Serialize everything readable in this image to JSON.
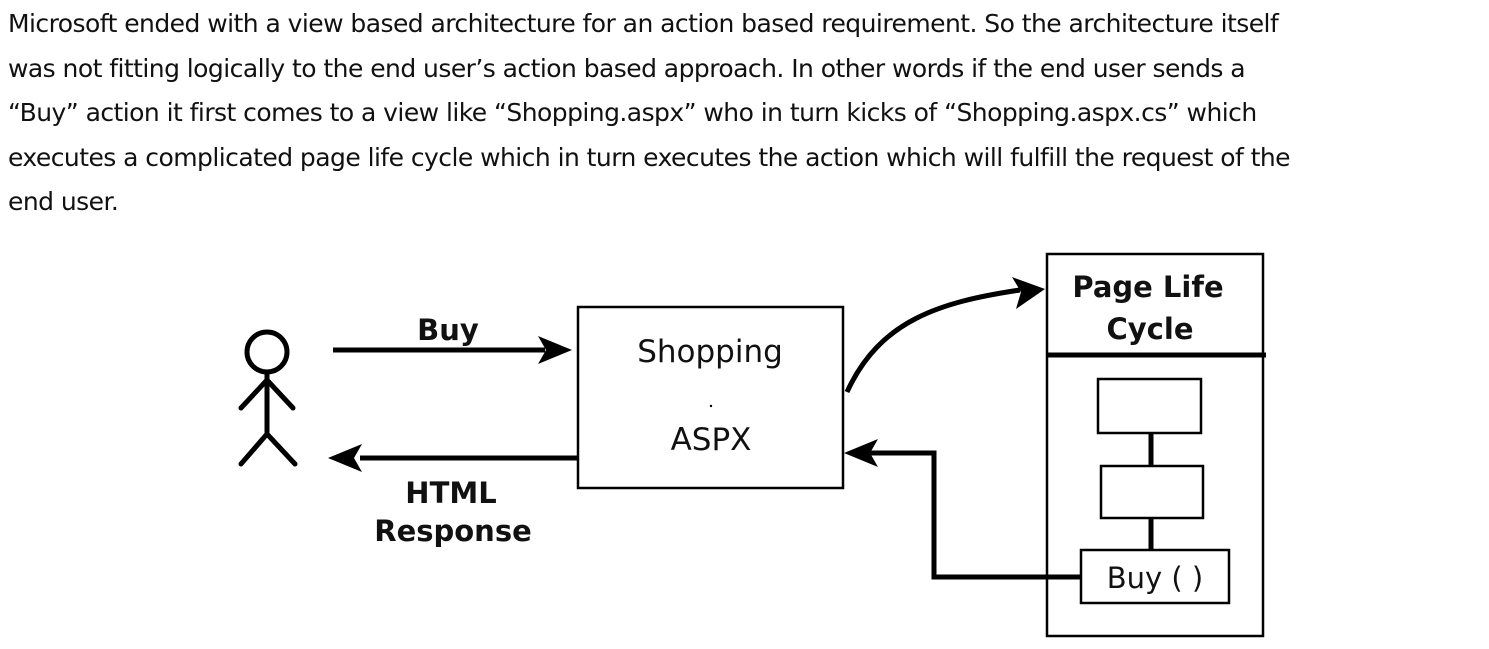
{
  "paragraph": {
    "lines": [
      "Microsoft ended with a view based architecture for an action based requirement. So the architecture itself",
      "was not fitting logically to the end user’s action based approach. In other words if the end user sends a",
      "“Buy” action it first comes to a view like “Shopping.aspx” who in turn kicks of “Shopping.aspx.cs” which",
      "executes a complicated page life cycle which in turn executes the action which will fulfill the request of the",
      "end user."
    ]
  },
  "diagram": {
    "buy_label": "Buy",
    "response_label_line1": "HTML",
    "response_label_line2": "Response",
    "view_box_line1": "Shopping",
    "view_box_line2": "ASPX",
    "lifecycle_title_line1": "Page Life",
    "lifecycle_title_line2": "Cycle",
    "action_label": "Buy ( )"
  }
}
